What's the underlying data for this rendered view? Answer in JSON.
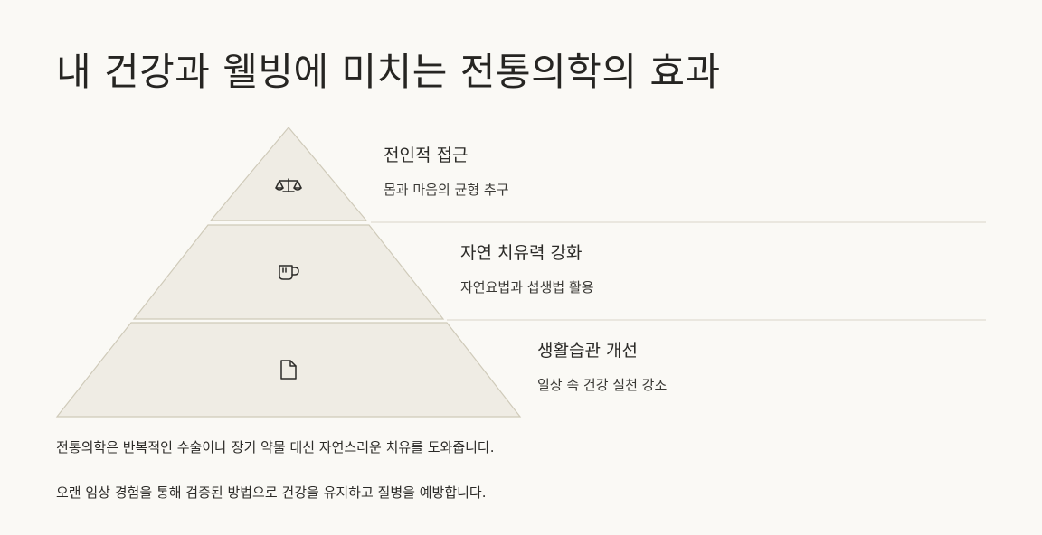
{
  "title": "내 건강과 웰빙에 미치는 전통의학의 효과",
  "pyramid": {
    "tiers": [
      {
        "title": "전인적 접근",
        "description": "몸과 마음의 균형 추구",
        "icon": "balance-scale-icon"
      },
      {
        "title": "자연 치유력 강화",
        "description": "자연요법과 섭생법 활용",
        "icon": "mug-icon"
      },
      {
        "title": "생활습관 개선",
        "description": "일상 속 건강 실천 강조",
        "icon": "document-icon"
      }
    ]
  },
  "notes": [
    "전통의학은 반복적인 수술이나 장기 약물 대신 자연스러운 치유를 도와줍니다.",
    "오랜 임상 경험을 통해 검증된 방법으로 건강을 유지하고 질병을 예방합니다."
  ],
  "colors": {
    "background": "#faf9f5",
    "tier_fill": "#efece4",
    "tier_stroke": "#cfcab9",
    "divider": "#e4e1d8",
    "text": "#2c2b28"
  }
}
